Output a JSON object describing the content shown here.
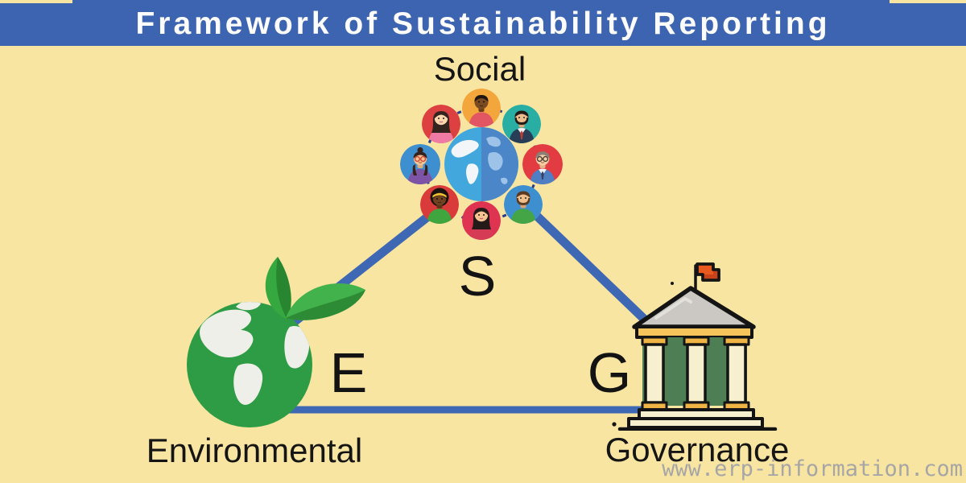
{
  "header": {
    "title": "Framework of Sustainability Reporting",
    "bg_color": "#3D64B0",
    "text_color": "#FCFCFC"
  },
  "page": {
    "background_color": "#F9E5A2",
    "connector_color": "#3E68B4",
    "dashed_network_color": "#2A3A8C"
  },
  "diagram": {
    "connections": [
      "social-environmental",
      "social-governance",
      "environmental-governance"
    ],
    "social": {
      "label": "Social",
      "letter": "S",
      "icon": "people-network-globe-icon"
    },
    "environmental": {
      "label": "Environmental",
      "letter": "E",
      "icon": "earth-with-leaves-icon"
    },
    "governance": {
      "label": "Governance",
      "letter": "G",
      "icon": "bank-building-icon"
    }
  },
  "watermark": {
    "text": "www.erp-information.com"
  }
}
